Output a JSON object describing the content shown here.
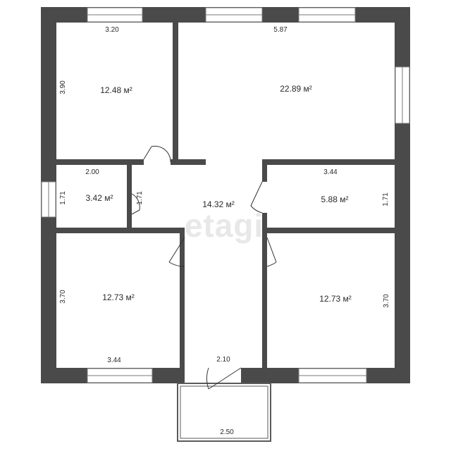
{
  "watermark": "etagi",
  "rooms": [
    {
      "id": "bedroom-top-left",
      "area": "12.48 м²",
      "width": "3.20",
      "height": "3.90"
    },
    {
      "id": "living-room",
      "area": "22.89 м²",
      "width": "5.87"
    },
    {
      "id": "bathroom-small",
      "area": "3.42 м²",
      "width": "2.00",
      "height": "1.71",
      "height_inner": "1.71"
    },
    {
      "id": "hallway",
      "area": "14.32 м²",
      "width": "2.10"
    },
    {
      "id": "bathroom-right",
      "area": "5.88 м²",
      "width": "3.44",
      "height": "1.71"
    },
    {
      "id": "bedroom-bottom-left",
      "area": "12.73 м²",
      "width": "3.44",
      "height": "3.70"
    },
    {
      "id": "bedroom-bottom-right",
      "area": "12.73 м²",
      "height": "3.70"
    },
    {
      "id": "porch",
      "width": "2.50"
    }
  ],
  "colors": {
    "wall": "#4a4a4a",
    "window": "#ffffff",
    "door_line": "#333333"
  }
}
